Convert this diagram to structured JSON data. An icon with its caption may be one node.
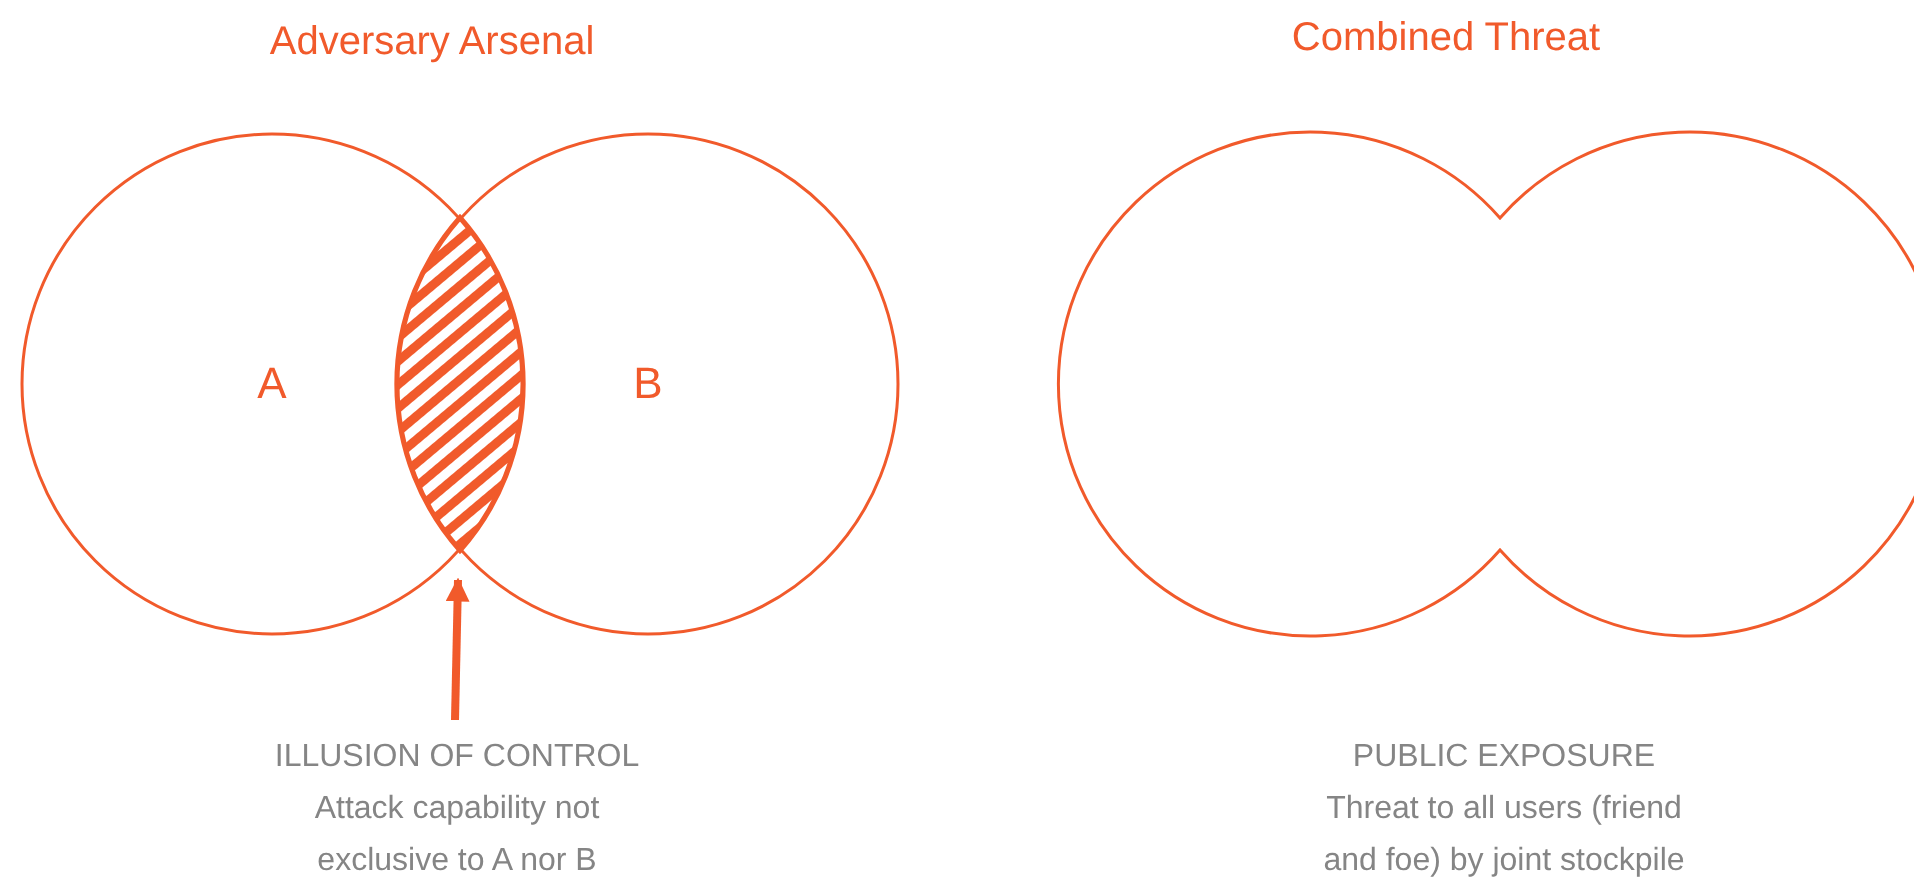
{
  "diagram": {
    "nodes": [
      {
        "text": [
          "A"
        ]
      },
      {
        "text": [
          "B"
        ]
      },
      {
        "text": [],
        "shape": "lens"
      },
      {
        "text": [
          "ILLUSION OF CONTROL",
          "Attack capability not exclusive to A nor B"
        ]
      },
      {
        "text": [],
        "shape": "circles",
        "beside": [
          "PUBLIC EXPOSURE",
          "Threat to all users (friend and foe) by joint stockpile"
        ]
      }
    ],
    "edges": [
      {
        "from": 3,
        "to": 2,
        "arrow": "to"
      }
    ],
    "labels": [
      "Adversary Arsenal",
      "Combined Threat"
    ]
  }
}
